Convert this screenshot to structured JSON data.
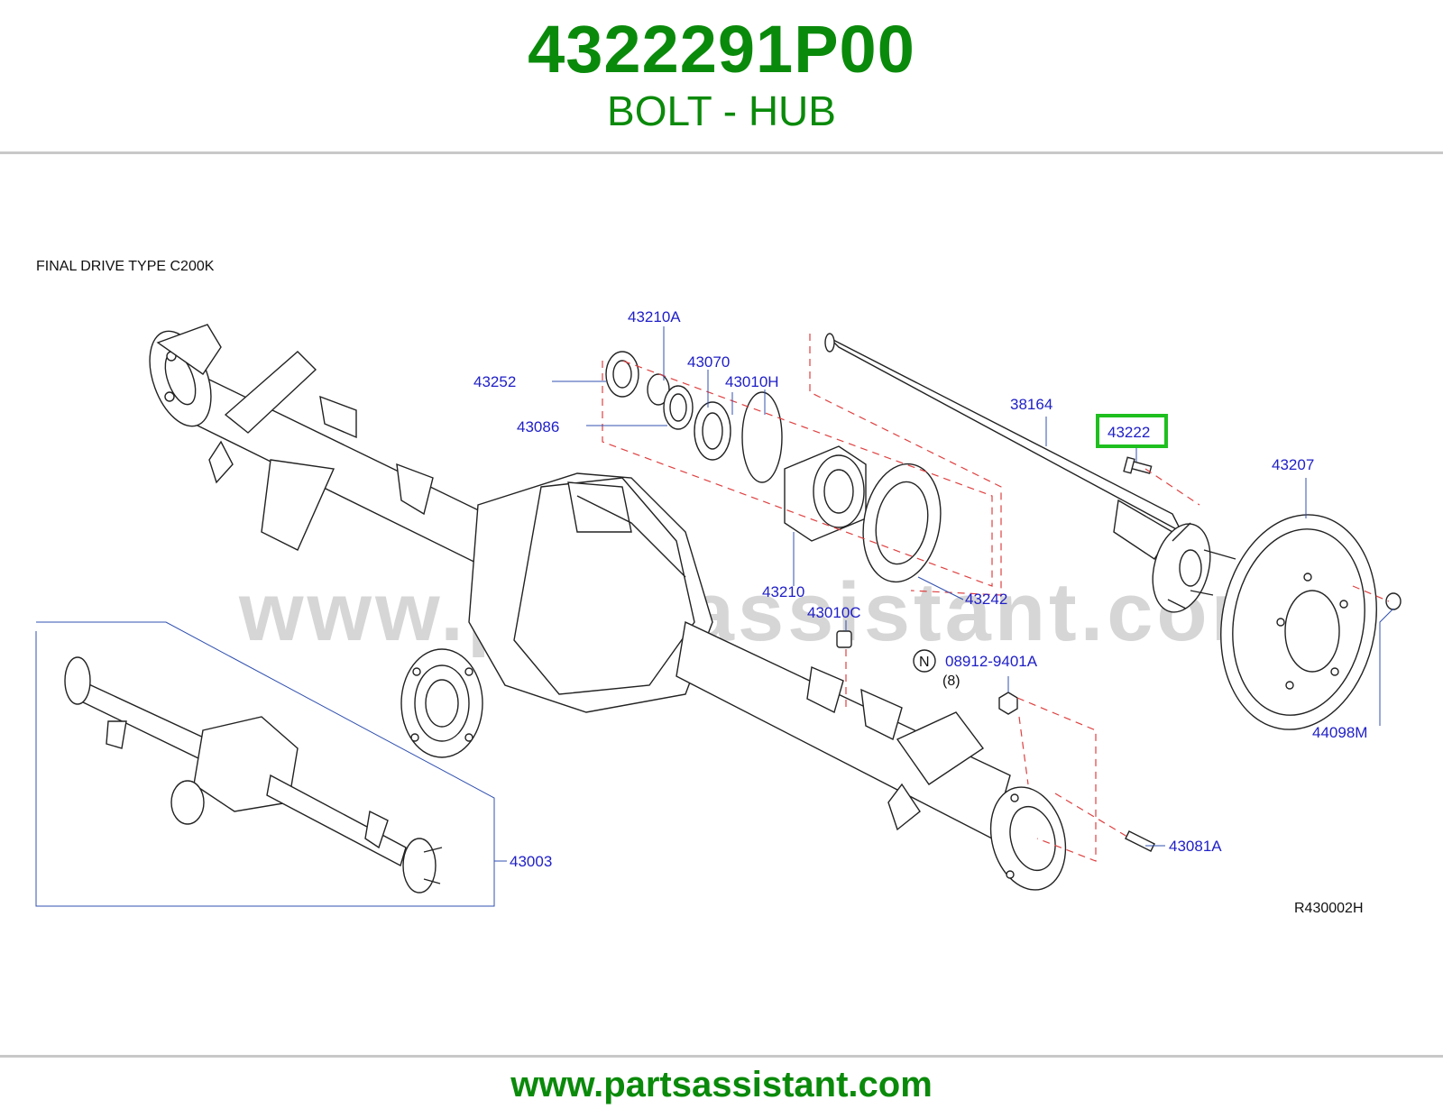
{
  "header": {
    "part_number": "4322291P00",
    "part_name": "BOLT - HUB"
  },
  "diagram": {
    "section_title": "FINAL DRIVE TYPE C200K",
    "watermark": "www.partsassistant.com",
    "reference_code": "R430002H",
    "highlight_color": "#1fbf1f",
    "callout_color": "#2020c8",
    "callouts": {
      "c43210A": "43210A",
      "c43252": "43252",
      "c43070": "43070",
      "c43010H": "43010H",
      "c43086": "43086",
      "c38164": "38164",
      "c43222": "43222",
      "c43207": "43207",
      "c43210": "43210",
      "c43242": "43242",
      "c43010C": "43010C",
      "c08912": "08912-9401A",
      "c08912_qty": "(8)",
      "c08912_symbol": "N",
      "c44098M": "44098M",
      "c43003": "43003",
      "c43081A": "43081A"
    }
  },
  "footer": {
    "url": "www.partsassistant.com"
  }
}
